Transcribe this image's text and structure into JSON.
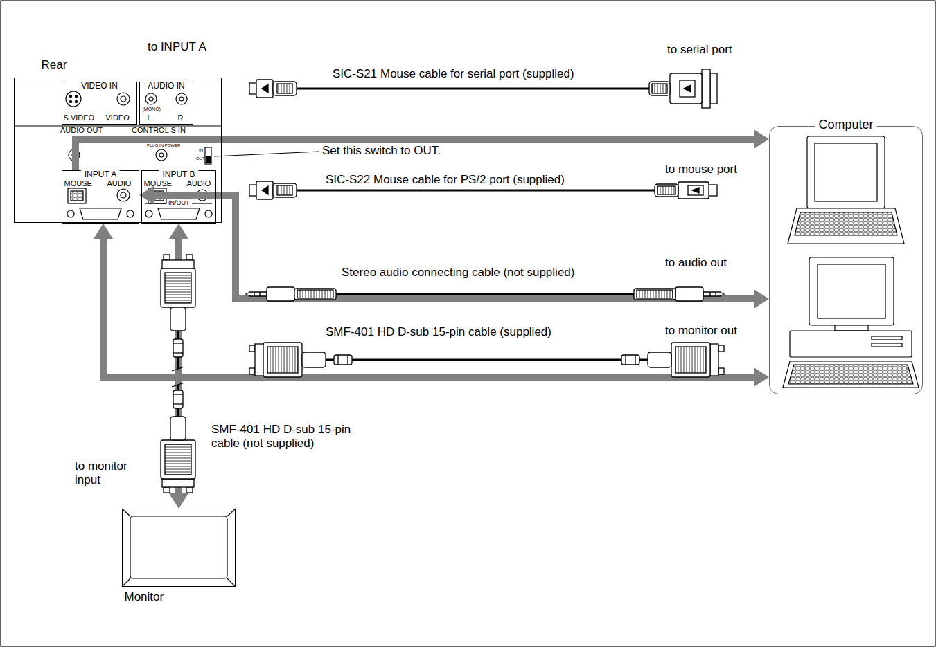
{
  "diagram": {
    "nodes": [
      {
        "text": [
          "Rear"
        ]
      },
      {
        "text": [
          "VIDEO IN",
          "S VIDEO",
          "VIDEO"
        ],
        "in": 0
      },
      {
        "text": [
          "AUDIO IN",
          "(MONO)",
          "L",
          "R"
        ],
        "in": 0
      },
      {
        "text": [
          "INPUT A",
          "MOUSE",
          "AUDIO"
        ],
        "in": 0
      },
      {
        "text": [
          "INPUT B",
          "MOUSE",
          "AUDIO"
        ],
        "in": 0
      },
      {
        "text": [
          "Computer"
        ]
      },
      {
        "text": [
          "Monitor"
        ]
      }
    ],
    "edges": [
      {
        "from": 3,
        "to": 5,
        "arrow": "to"
      },
      {
        "from": 3,
        "to": 5,
        "arrow": "both"
      },
      {
        "from": 3,
        "to": 5,
        "arrow": "both"
      },
      {
        "from": 4,
        "to": 6,
        "arrow": "both"
      }
    ],
    "labels": [
      "to INPUT A",
      "to serial port",
      "SIC-S21 Mouse cable for serial port (supplied)",
      "Set this switch to OUT.",
      "to mouse port",
      "SIC-S22 Mouse cable for PS/2 port (supplied)",
      "to audio out",
      "Stereo audio connecting cable (not supplied)",
      "to monitor out",
      "SMF-401 HD D-sub 15-pin cable (supplied)",
      "SMF-401 HD D-sub 15-pin cable (not supplied)",
      "to monitor input",
      "AUDIO OUT",
      "CONTROL S IN",
      "PLUG IN POWER",
      "IN",
      "OUT",
      "IN/OUT"
    ]
  }
}
